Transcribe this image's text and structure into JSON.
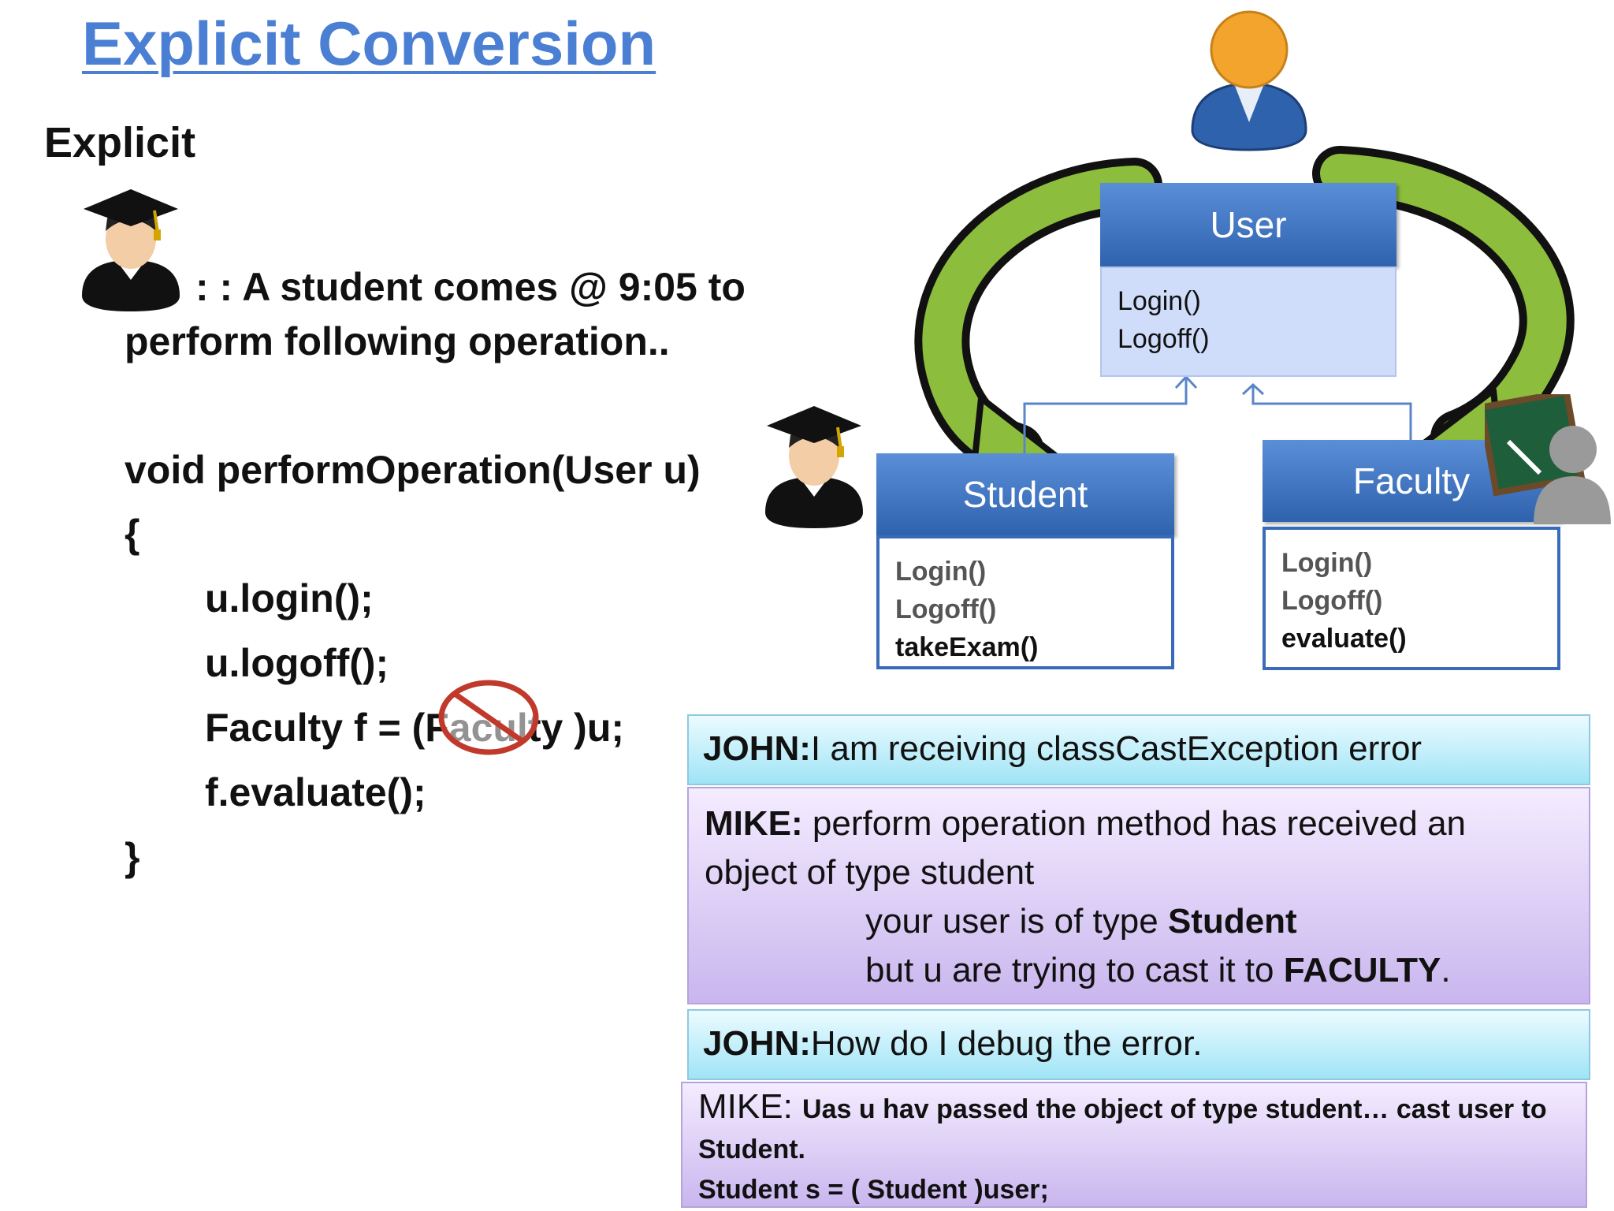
{
  "slide": {
    "title": "Explicit Conversion",
    "subtitle": "Explicit",
    "scenario": {
      "line1": ": : A student comes @ 9:05 to",
      "line2": "perform following operation.."
    },
    "code": [
      "void performOperation(User u)",
      "{",
      "u.login();",
      "u.logoff();",
      "Faculty f = (Faculty )u;",
      "f.evaluate();",
      "}"
    ]
  },
  "uml": {
    "user": {
      "name": "User",
      "methods": [
        "Login()",
        "Logoff()"
      ]
    },
    "student": {
      "name": "Student",
      "inherited": [
        "Login()",
        "Logoff()"
      ],
      "own": "takeExam()"
    },
    "faculty": {
      "name": "Faculty",
      "inherited": [
        "Login()",
        "Logoff()"
      ],
      "own": "evaluate()"
    }
  },
  "dialog": {
    "d1": {
      "speaker": "JOHN:",
      "text": "I am receiving classCastException error"
    },
    "d2": {
      "speaker": "MIKE:",
      "line1": " perform operation method has received an",
      "line2": "object of type student",
      "line3_pre": "your user is of type ",
      "line3_bold": "Student",
      "line4_pre": "but u are trying to cast it to ",
      "line4_bold": "FACULTY",
      "line4_post": "."
    },
    "d3": {
      "speaker": "JOHN:",
      "text": "How do I debug the error."
    },
    "d4": {
      "speaker": "MIKE: ",
      "line1": "Uas u hav passed the object of type student… cast user to",
      "line2": "Student.",
      "line3": "Student s = ( Student )user;"
    }
  },
  "colors": {
    "title": "#4a7fd4",
    "uml_header": "#2f62ad",
    "arrow_green": "#8dbd3c",
    "prohibit": "#c0392b"
  }
}
